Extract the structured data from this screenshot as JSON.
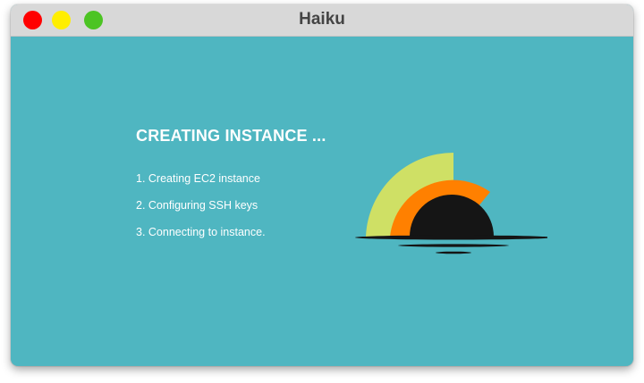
{
  "window": {
    "title": "Haiku",
    "controls": {
      "close_icon": "close-icon",
      "minimize_icon": "minimize-icon",
      "maximize_icon": "maximize-icon",
      "colors": {
        "close": "#ff0000",
        "minimize": "#ffee00",
        "maximize": "#4cc423"
      }
    }
  },
  "main": {
    "heading": "CREATING INSTANCE ...",
    "steps": [
      "1. Creating EC2 instance",
      "2. Configuring SSH keys",
      "3. Connecting to instance."
    ],
    "illustration": {
      "icon": "sunrise-progress-icon",
      "colors": {
        "background": "#4fb6c1",
        "outer_arc": "#cfe065",
        "middle_arc": "#ff8000",
        "inner_half_circle": "#151515"
      }
    }
  }
}
